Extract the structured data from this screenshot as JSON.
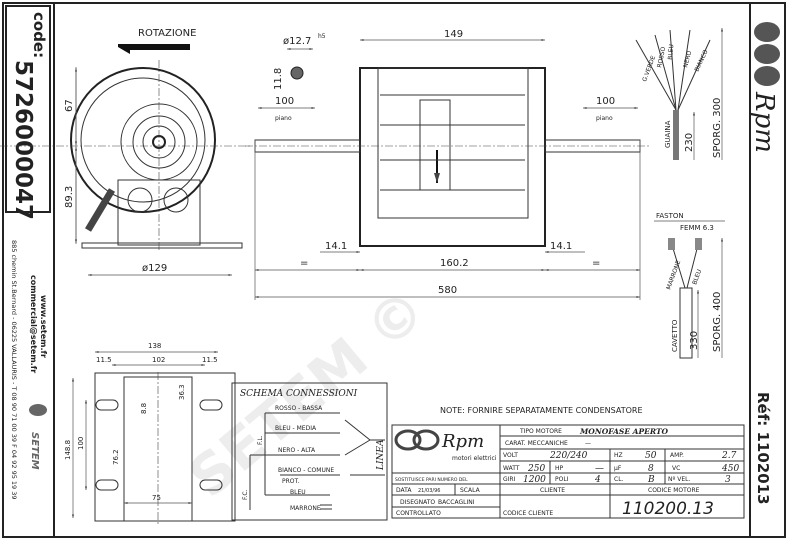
{
  "left_strip": {
    "code_label": "code:",
    "code": "5726000047",
    "website": "www.setem.fr",
    "email": "commercial@setem.fr",
    "address": "885 chemin St.Bernard - 06225 VALLAURIS - T 08 90 71 00 39  F 04 92 95 19 39",
    "logo_text": "SETEM"
  },
  "right_strip": {
    "brand": "Rpm",
    "ref": "Réf: 1102013"
  },
  "watermark": "SETEM ©",
  "front_view": {
    "rotation_label": "ROTAZIONE",
    "dim_top": "67",
    "dim_bottom": "89.3",
    "dim_diameter": "ø129"
  },
  "shaft_section": {
    "diameter": "ø12.7",
    "tolerance": "h5",
    "flat": "11.8"
  },
  "side_view": {
    "dim_body": "149",
    "left_flat": "100",
    "left_flat_label": "piano",
    "right_flat": "100",
    "right_flat_label": "piano",
    "dim_left_offset": "14.1",
    "dim_right_offset": "14.1",
    "dim_left_eq": "=",
    "dim_center": "160.2",
    "dim_right_eq": "=",
    "dim_total": "580"
  },
  "wires_top": {
    "labels": [
      "G.VERDE",
      "ROSSO",
      "BLEU",
      "NERO",
      "BIANCO"
    ],
    "sheath": "GUAINA",
    "sheath_len": "230",
    "protrusion": "SPORG. 300"
  },
  "wires_bottom": {
    "connector": "FASTON",
    "connector_type": "FEMM 6.3",
    "labels": [
      "MARRONE",
      "BLEU"
    ],
    "cable": "CAVETTO",
    "cable_len": "330",
    "protrusion": "SPORG. 400"
  },
  "base_plate": {
    "width": "138",
    "left_slot": "11.5",
    "middle": "102",
    "right_slot": "11.5",
    "offset": "36.3",
    "slot_width": "8.8",
    "height": "148.8",
    "hole_spacing": "100",
    "inner": "76.2",
    "bottom": "75"
  },
  "schema": {
    "title": "SCHEMA CONNESSIONI",
    "rows": [
      "ROSSO - BASSA",
      "BLEU - MEDIA",
      "NERO - ALTA",
      "BIANCO - COMUNE",
      "PROT.",
      "BLEU",
      "MARRONE"
    ],
    "fl": "F.L.",
    "fc": "F.C.",
    "line": "LINEA"
  },
  "note": "NOTE: FORNIRE SEPARATAMENTE CONDENSATORE",
  "title_block": {
    "brand": "Rpm",
    "brand_sub": "motori elettrici",
    "tipo_label": "TIPO MOTORE",
    "tipo": "MONOFASE APERTO",
    "carat_label": "CARAT. MECCANICHE",
    "carat": "—",
    "volt_label": "VOLT",
    "volt": "220/240",
    "hz_label": "HZ",
    "hz": "50",
    "amp_label": "AMP.",
    "amp": "2.7",
    "watt_label": "WATT",
    "watt": "250",
    "hp_label": "HP",
    "hp": "—",
    "uf_label": "µF",
    "uf": "8",
    "vc_label": "VC",
    "vc": "450",
    "sost_label": "SOSTITUISCE PARI NUMERO DEL",
    "giri_label": "GIRI",
    "giri": "1200",
    "poli_label": "POLI",
    "poli": "4",
    "cl_label": "CL.",
    "cl": "B",
    "vel_label": "Nº VEL.",
    "vel": "3",
    "data_label": "DATA",
    "data": "21/03/96",
    "scala_label": "SCALA",
    "cliente_label": "CLIENTE",
    "codice_motore_label": "CODICE MOTORE",
    "disegnato_label": "DISEGNATO",
    "disegnato": "BACCAGLINI",
    "controllato_label": "CONTROLLATO",
    "codice_cliente_label": "CODICE CLIENTE",
    "codice_motore": "110200.13"
  }
}
